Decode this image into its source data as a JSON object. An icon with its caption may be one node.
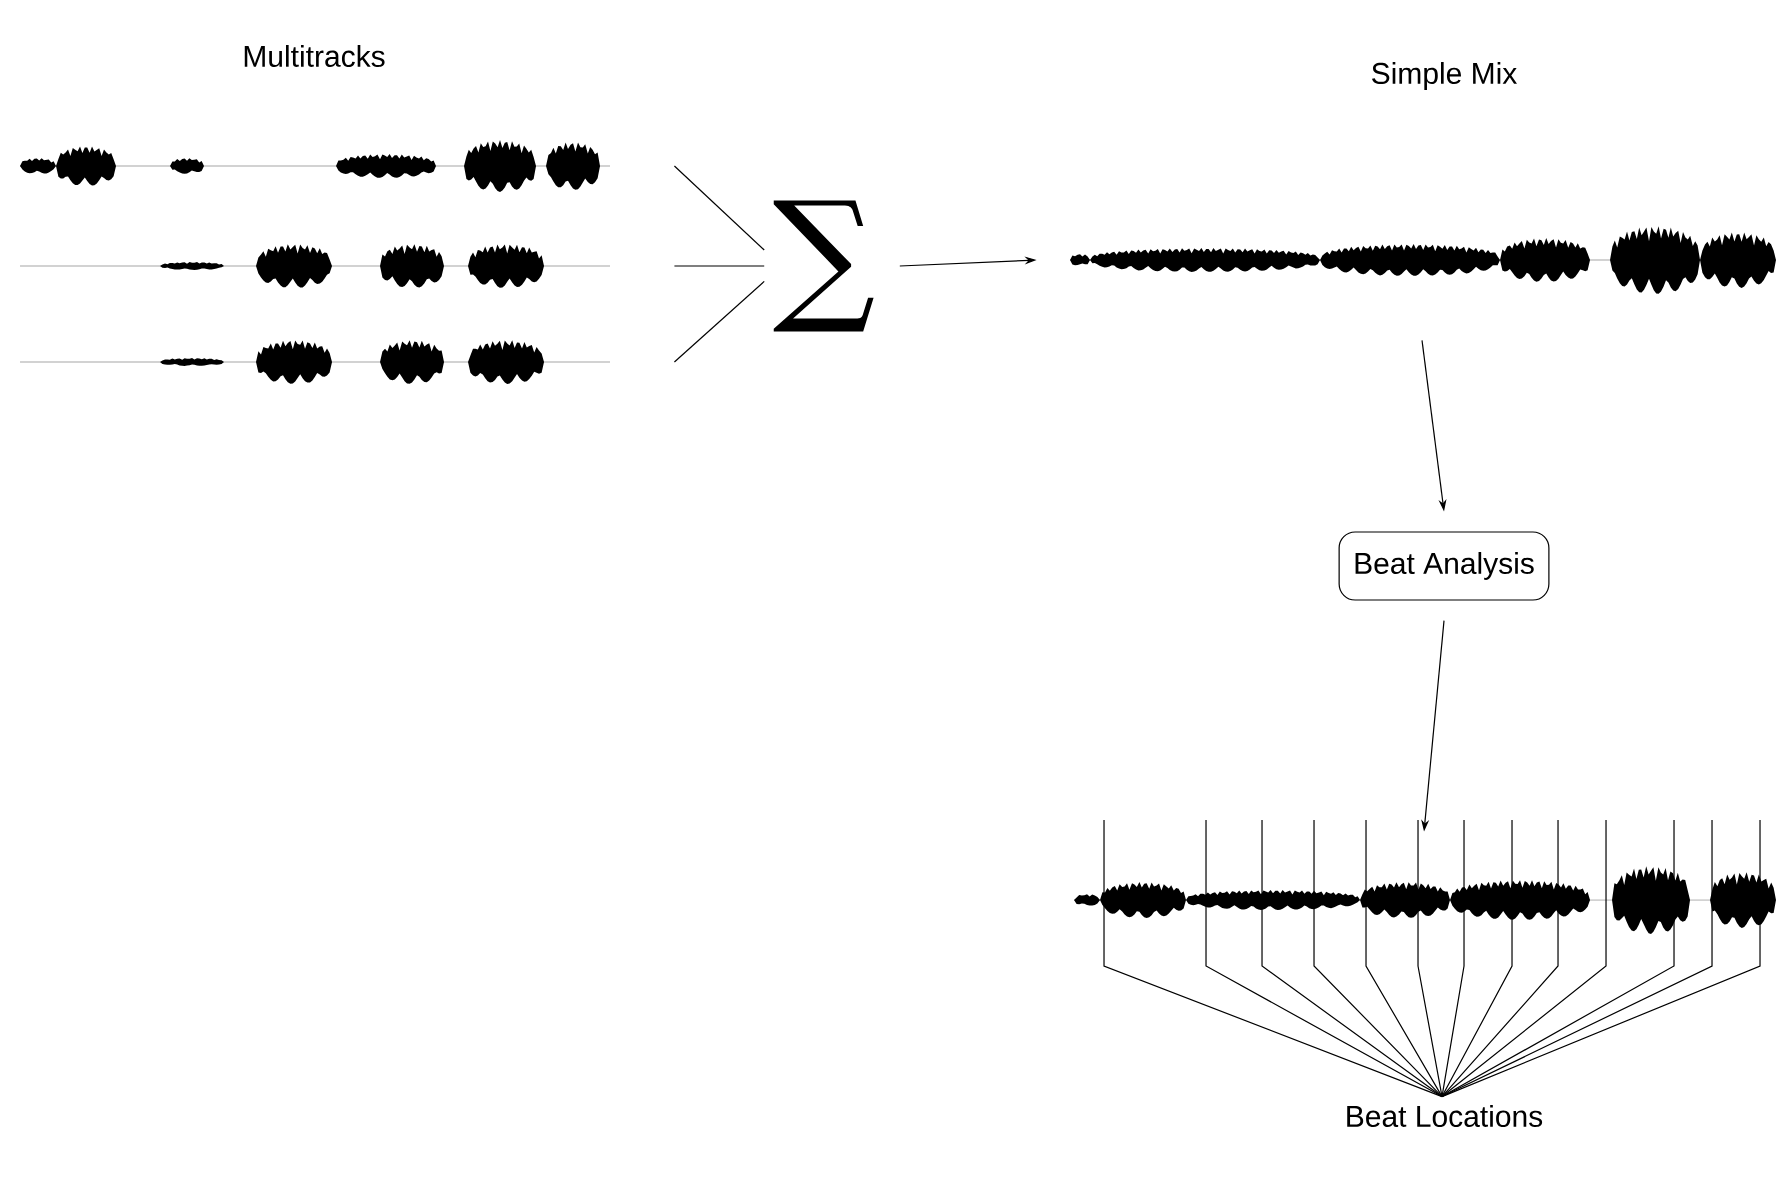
{
  "diagram": {
    "nodes": [
      {
        "text": [],
        "shape": "picture"
      },
      {
        "text": [],
        "shape": "picture"
      },
      {
        "text": [],
        "shape": "picture"
      },
      {
        "text": [
          "∑"
        ]
      },
      {
        "text": [
          "Simple Mix"
        ]
      },
      {
        "text": [
          "Beat Analysis"
        ]
      },
      {
        "text": [],
        "shape": "picture"
      },
      {
        "text": [
          "Beat Locations"
        ]
      }
    ],
    "edges": [
      {
        "from": 0,
        "to": 3,
        "arrow": "none"
      },
      {
        "from": 1,
        "to": 3,
        "arrow": "none"
      },
      {
        "from": 2,
        "to": 3,
        "arrow": "none"
      },
      {
        "from": 3,
        "to": 4,
        "arrow": "to"
      },
      {
        "from": 4,
        "to": 5,
        "arrow": "to"
      },
      {
        "from": 5,
        "to": 6,
        "arrow": "to"
      },
      {
        "from": 7,
        "to": null,
        "arrow": "none"
      },
      {
        "from": 7,
        "to": null,
        "arrow": "none"
      },
      {
        "from": 7,
        "to": null,
        "arrow": "none"
      },
      {
        "from": 7,
        "to": null,
        "arrow": "none"
      },
      {
        "from": 7,
        "to": null,
        "arrow": "none"
      },
      {
        "from": 7,
        "to": null,
        "arrow": "none"
      },
      {
        "from": 7,
        "to": null,
        "arrow": "none"
      },
      {
        "from": 7,
        "to": null,
        "arrow": "none"
      },
      {
        "from": 7,
        "to": null,
        "arrow": "none"
      },
      {
        "from": 7,
        "to": null,
        "arrow": "none"
      },
      {
        "from": 7,
        "to": null,
        "arrow": "none"
      },
      {
        "from": 7,
        "to": null,
        "arrow": "none"
      },
      {
        "from": 7,
        "to": null,
        "arrow": "none"
      }
    ],
    "labels": [
      "Multitracks"
    ]
  }
}
